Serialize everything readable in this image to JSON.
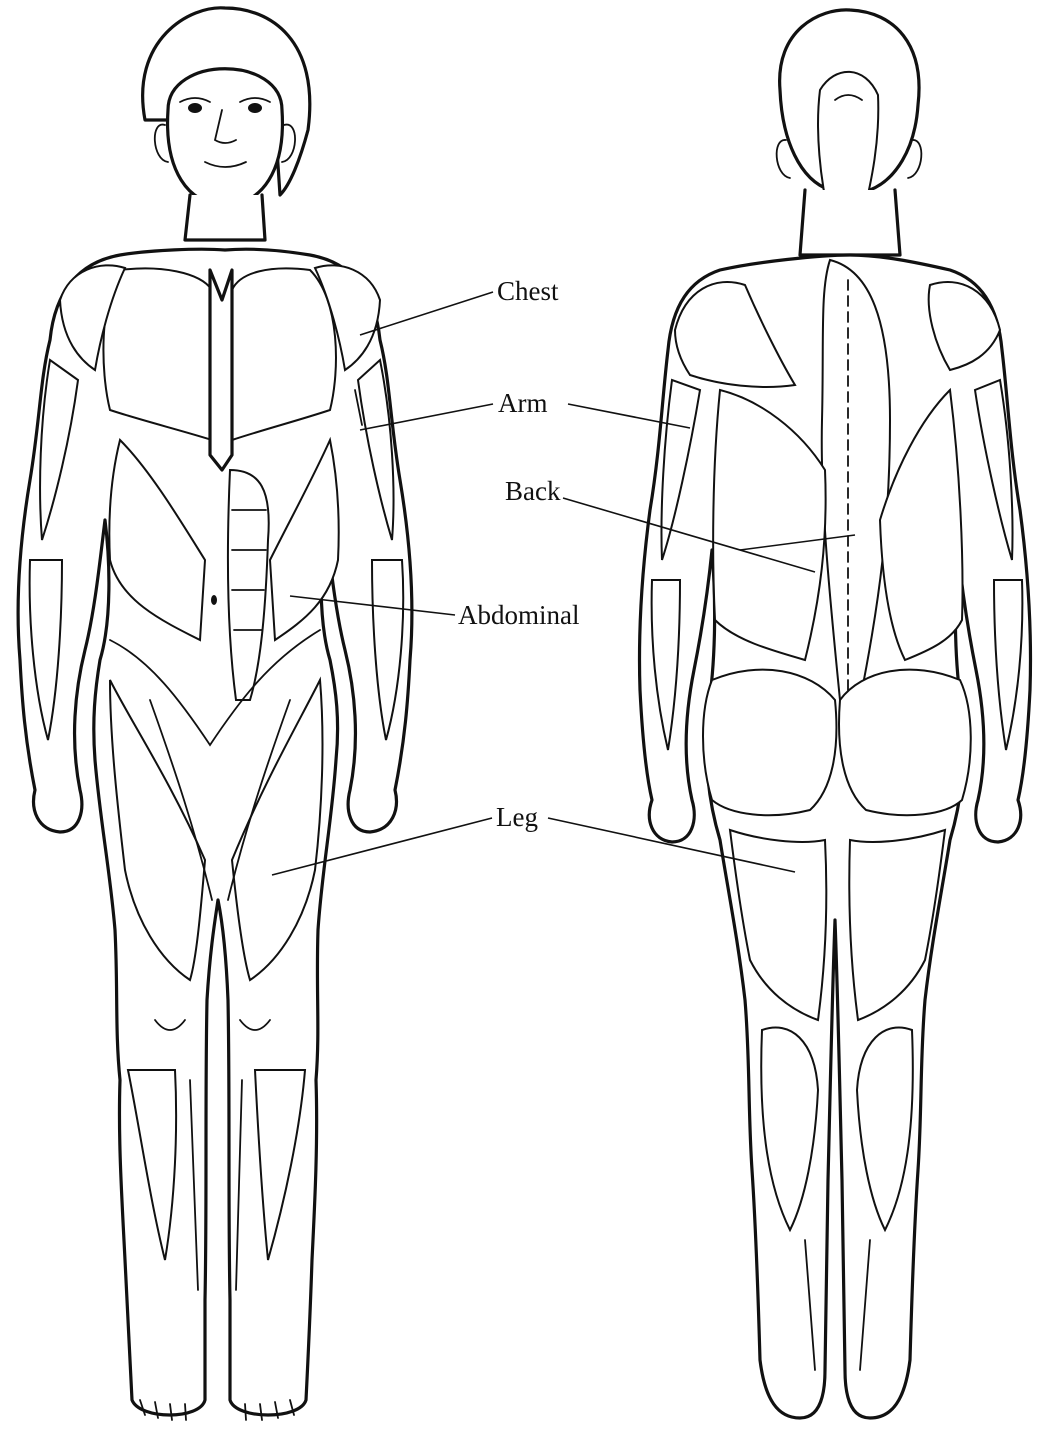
{
  "figure": {
    "views": [
      {
        "name": "front-view",
        "description_label": ""
      },
      {
        "name": "back-view",
        "description_label": ""
      }
    ],
    "labels": [
      {
        "id": "chest",
        "text": "Chest"
      },
      {
        "id": "arm",
        "text": "Arm"
      },
      {
        "id": "back",
        "text": "Back"
      },
      {
        "id": "abdominal",
        "text": "Abdominal"
      },
      {
        "id": "leg",
        "text": "Leg"
      }
    ],
    "colors": {
      "ink": "#111111",
      "paper": "#ffffff"
    }
  }
}
